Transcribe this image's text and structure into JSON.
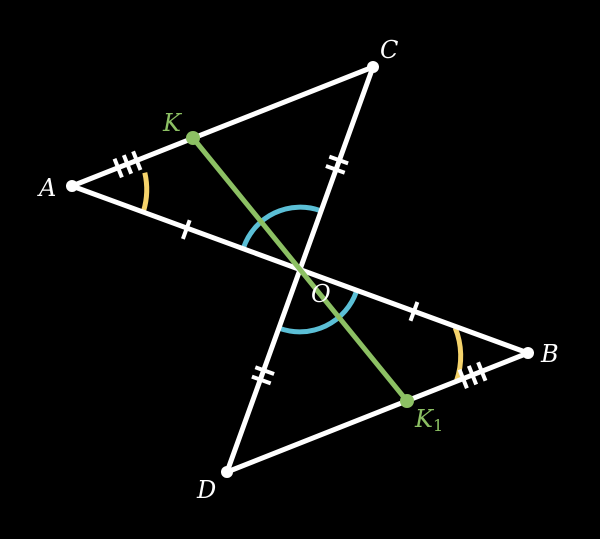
{
  "labels": {
    "A": "A",
    "B": "B",
    "C": "C",
    "D": "D",
    "O": "O",
    "K": "K",
    "K1_main": "K",
    "K1_sub": "1"
  },
  "colors": {
    "background": "#000000",
    "segments": "#ffffff",
    "median_line": "#8cc063",
    "vertical_angles": "#5bbfd6",
    "base_angles": "#f5d36b",
    "point_K": "#8cc063",
    "label_default": "#ffffff",
    "label_K": "#8cc063"
  }
}
